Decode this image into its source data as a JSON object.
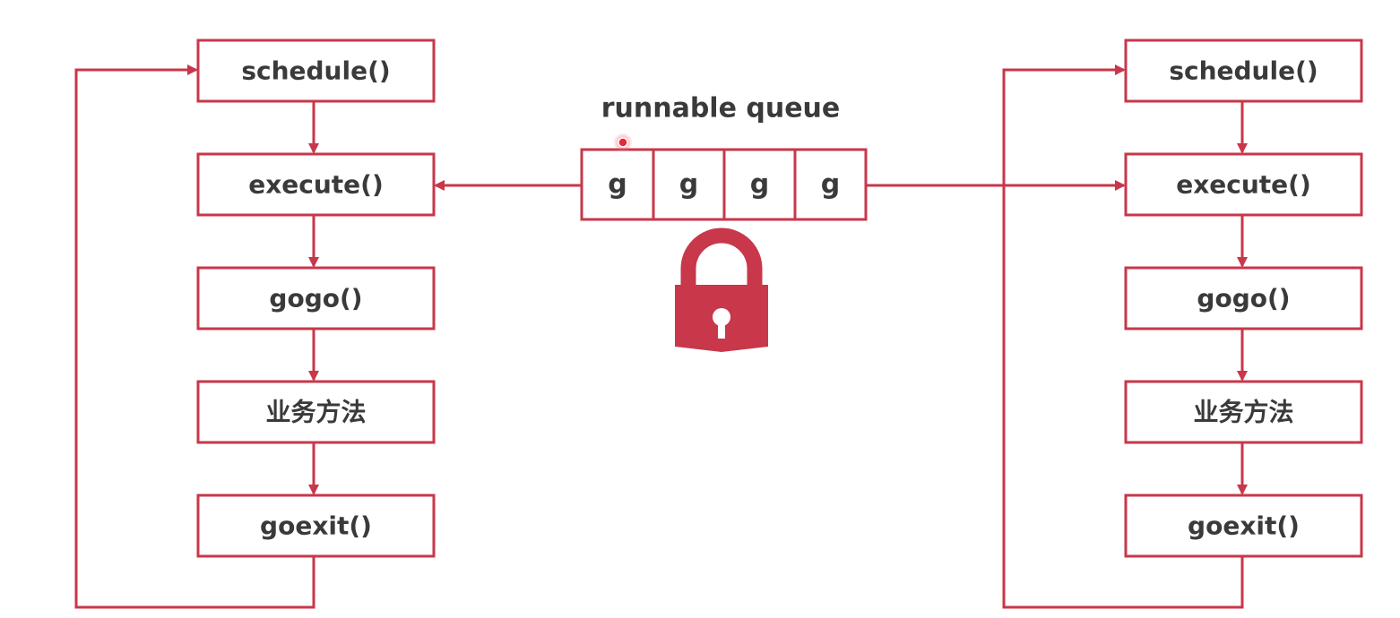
{
  "diagram": {
    "queue_label": "runnable queue",
    "queue_cells": [
      "g",
      "g",
      "g",
      "g"
    ],
    "left_flow": [
      "schedule()",
      "execute()",
      "gogo()",
      "业务方法",
      "goexit()"
    ],
    "right_flow": [
      "schedule()",
      "execute()",
      "gogo()",
      "业务方法",
      "goexit()"
    ],
    "icons": {
      "lock": "lock-icon",
      "cursor": "cursor-dot-icon"
    },
    "colors": {
      "accent": "#c8374a",
      "text": "#3a3a3a",
      "background": "#ffffff"
    }
  }
}
